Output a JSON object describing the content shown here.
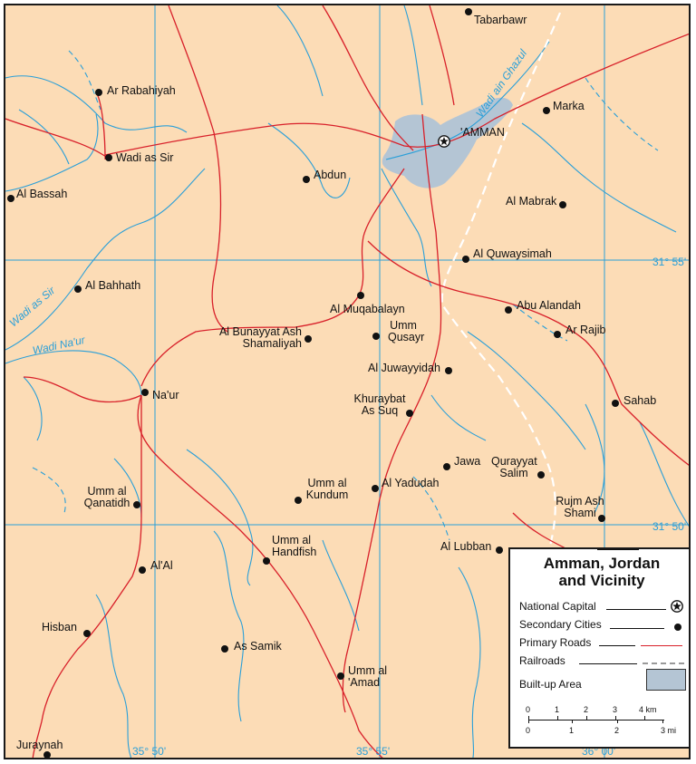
{
  "map": {
    "capital": {
      "name": "'AMMAN",
      "icon": "national-capital-star-icon"
    },
    "places": [
      "Tabarbawr",
      "Ar Rabahiyah",
      "Marka",
      "Wadi as Sir",
      "Abdun",
      "Al Bassah",
      "Al Mabrak",
      "Al Quwaysimah",
      "Al Bahhath",
      "Al Muqabalayn",
      "Abu Alandah",
      "Umm Qusayr",
      "Ar Rajib",
      "Al Bunayyat Ash Shamaliyah",
      "Al Juwayyidah",
      "Na'ur",
      "Sahab",
      "Khuraybat As Suq",
      "Jawa",
      "Qurayyat Salim",
      "Umm al Qanatidh",
      "Umm al Kundum",
      "Al Yadudah",
      "Rujm Ash Shami",
      "Al Lubban",
      "Umm al Handfish",
      "Al'Al",
      "Hisban",
      "As Samik",
      "Umm al 'Amad",
      "Juraynah"
    ],
    "wadis": [
      "Wadi ain Ghazul",
      "Wadi as Sir",
      "Wadi Na'ur"
    ],
    "latitude_labels": [
      "31° 55'",
      "31° 50'"
    ],
    "longitude_labels": [
      "35° 50'",
      "35° 55'",
      "36° 00'"
    ]
  },
  "legend": {
    "title_line1": "Amman, Jordan",
    "title_line2": "and Vicinity",
    "national_capital": "National Capital",
    "secondary_cities": "Secondary Cities",
    "primary_roads": "Primary Roads",
    "railroads": "Railroads",
    "built_up_area": "Built-up Area",
    "scale_km_unit": "4 km",
    "scale_mi_unit": "3 mi",
    "scale_km_ticks": [
      "0",
      "1",
      "2",
      "3"
    ],
    "scale_mi_ticks": [
      "0",
      "1",
      "2"
    ]
  },
  "colors": {
    "land": "#fcdcb6",
    "water": "#2a9fd8",
    "road": "#d8202a",
    "railroad": "#ffffff",
    "built_up": "#b4c5d4"
  }
}
